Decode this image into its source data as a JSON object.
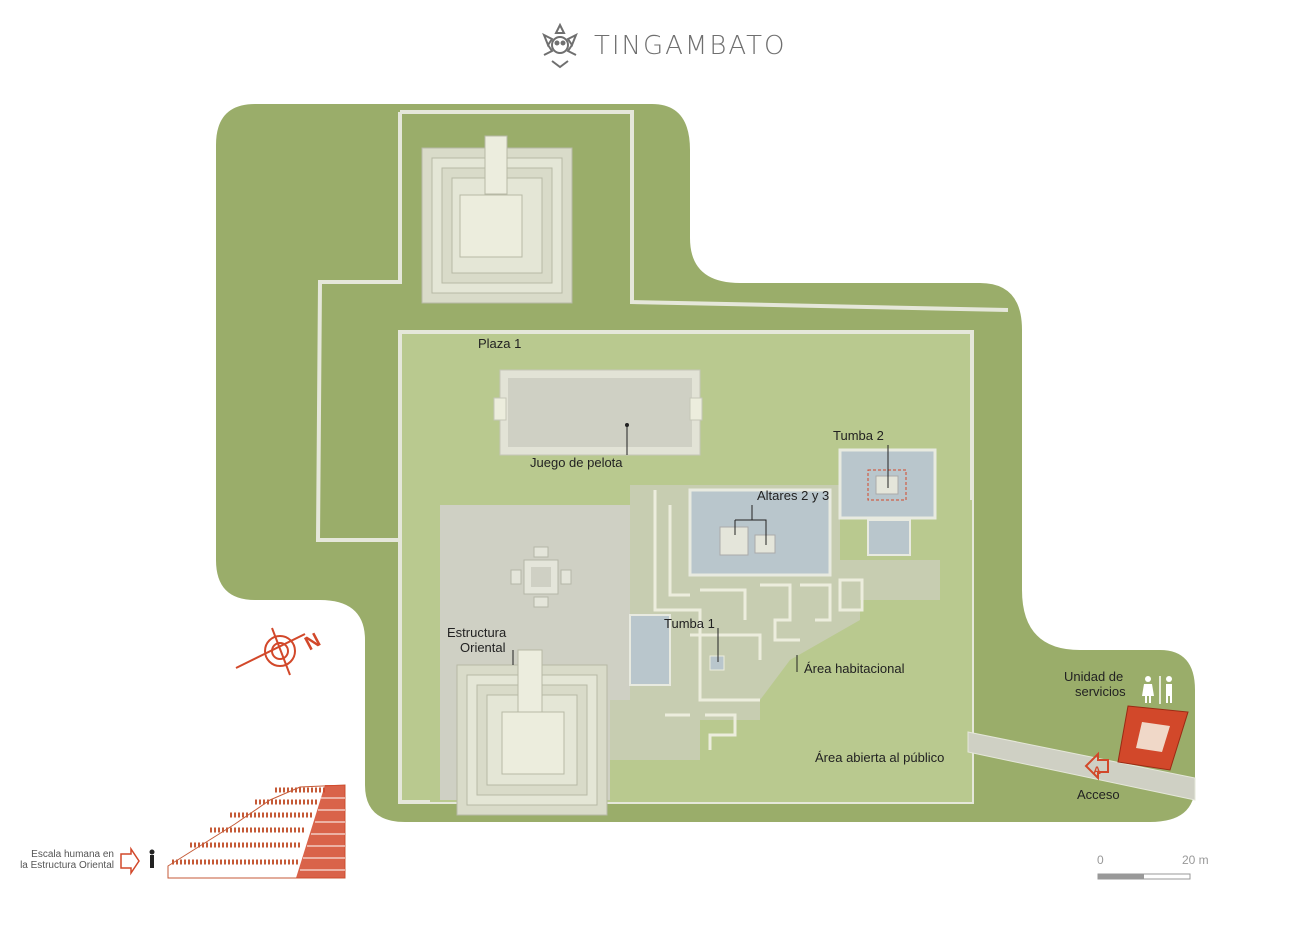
{
  "title": "TINGAMBATO",
  "labels": {
    "plaza1": "Plaza 1",
    "juego": "Juego de pelota",
    "tumba2": "Tumba 2",
    "altares": "Altares 2 y 3",
    "estructura_line1": "Estructura",
    "estructura_line2": "Oriental",
    "tumba1": "Tumba 1",
    "habitacional": "Área habitacional",
    "abierta": "Área abierta al público",
    "unidad_line1": "Unidad de",
    "unidad_line2": "servicios",
    "acceso": "Acceso",
    "acceso_marker": "A"
  },
  "compass": {
    "letter": "N"
  },
  "human_scale": {
    "line1": "Escala humana en",
    "line2": "la Estructura Oriental"
  },
  "scale_bar": {
    "start": "0",
    "end": "20 m"
  },
  "icons": [
    "tingambato-logo-icon",
    "compass-icon",
    "restroom-icon",
    "human-figure-icon",
    "arrow-right-icon"
  ],
  "colors": {
    "grass": "#9aad6a",
    "plaza": "#b9c98f",
    "paving": "#cfd0c4",
    "stone": "#e2e3d6",
    "water_blue": "#b9c6cc",
    "accent_red": "#d2482a",
    "title_gray": "#6f6f6f"
  }
}
